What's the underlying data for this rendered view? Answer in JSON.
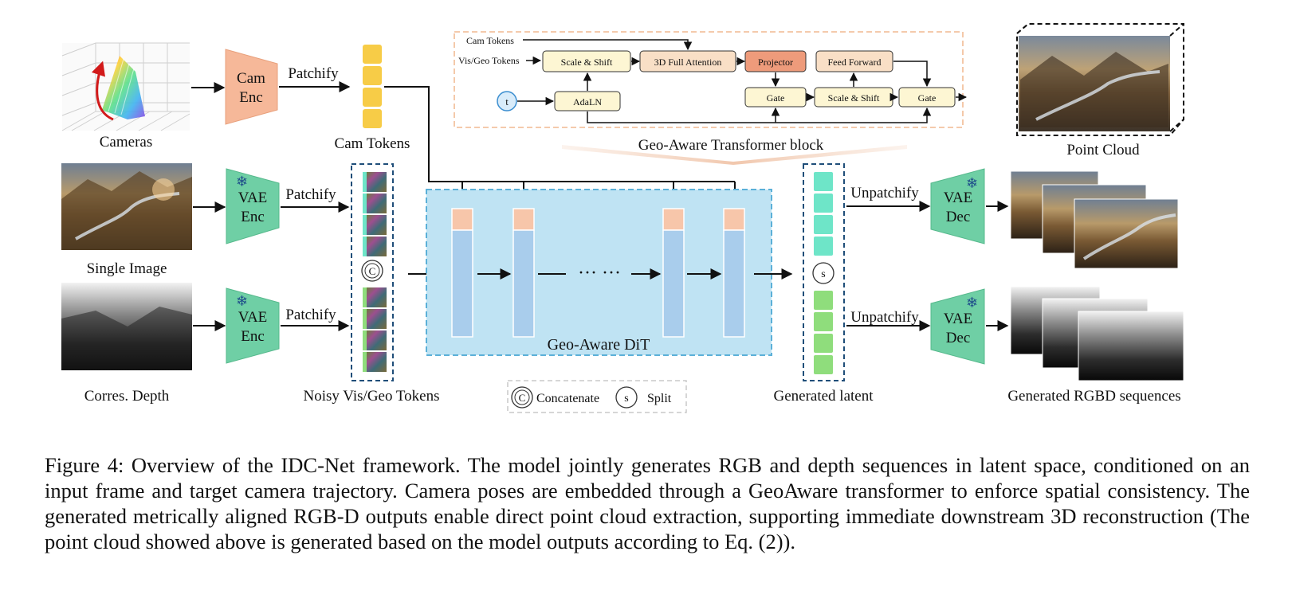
{
  "figure": {
    "inputs": {
      "cameras": "Cameras",
      "single_image": "Single Image",
      "corres_depth": "Corres. Depth"
    },
    "encoders": {
      "cam_enc": [
        "Cam",
        "Enc"
      ],
      "vae_enc": [
        "VAE",
        "Enc"
      ],
      "vae_dec": [
        "VAE",
        "Dec"
      ]
    },
    "ops": {
      "patchify": "Patchify",
      "unpatchify": "Unpatchify"
    },
    "tokens": {
      "cam_tokens": "Cam Tokens",
      "noisy_tokens": "Noisy Vis/Geo Tokens",
      "generated_latent": "Generated latent"
    },
    "dit": {
      "label": "Geo-Aware DiT",
      "ellipsis": "··· ···"
    },
    "transformer_block": {
      "title": "Geo-Aware Transformer block",
      "cam_tokens": "Cam Tokens",
      "vis_geo_tokens": "Vis/Geo Tokens",
      "t": "t",
      "adaln": "AdaLN",
      "scale_shift": "Scale & Shift",
      "full_attention": "3D Full Attention",
      "projector": "Projector",
      "feed_forward": "Feed Forward",
      "gate": "Gate"
    },
    "legend": {
      "concat_symbol": "C",
      "concat": "Concatenate",
      "split_symbol": "s",
      "split": "Split"
    },
    "outputs": {
      "point_cloud": "Point Cloud",
      "rgbd": "Generated RGBD sequences"
    },
    "colors": {
      "cam_enc": "#f6b899",
      "vae": "#6fcfa5",
      "token_yellow": "#f7cc47",
      "dit_fill": "#bfe3f3",
      "dit_border": "#5bb0d8",
      "block_bar": "#a9cdec",
      "block_head": "#f7c6aa",
      "latent_teal": "#6ee5c8",
      "latent_green": "#8fdd7c",
      "box_cream": "#fdf6d3",
      "box_peach": "#f9dfc6",
      "projector": "#ee9b7b",
      "transformer_border": "#f3c3a0"
    }
  },
  "caption": "Figure 4: Overview of the IDC-Net framework. The model jointly generates RGB and depth sequences in latent space, conditioned on an input frame and target camera trajectory. Camera poses are embedded through a GeoAware transformer to enforce spatial consistency. The generated metrically aligned RGB-D outputs enable direct point cloud extraction, supporting immediate downstream 3D reconstruction (The point cloud showed above is generated based on the model outputs according to Eq. (2))."
}
